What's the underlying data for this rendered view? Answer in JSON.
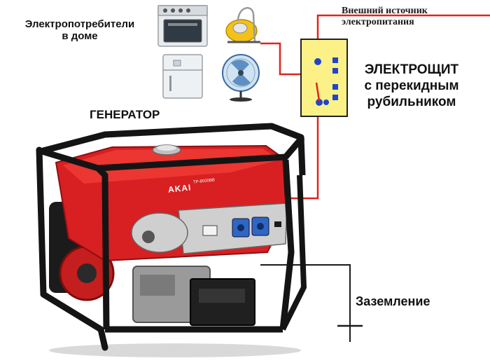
{
  "labels": {
    "consumers_line1": "Электропотребители",
    "consumers_line2": "в доме",
    "external_line1": "Внешний источник",
    "external_line2": "электропитания",
    "panel_line1": "ЭЛЕКТРОЩИТ",
    "panel_line2": "с перекидным",
    "panel_line3": "рубильником",
    "generator": "ГЕНЕРАТОР",
    "ground": "Заземление"
  },
  "generator": {
    "brand": "AKAI",
    "model": "TP-8500BB"
  },
  "colors": {
    "wire_phase": "#e0231e",
    "wire_ground": "#1a1a1a",
    "panel_fill": "#fbf187",
    "contact": "#2244cc",
    "generator_body": "#d81f22",
    "frame": "#141414"
  },
  "appliances": [
    "stove-icon",
    "vacuum-cleaner-icon",
    "refrigerator-icon",
    "fan-icon"
  ]
}
